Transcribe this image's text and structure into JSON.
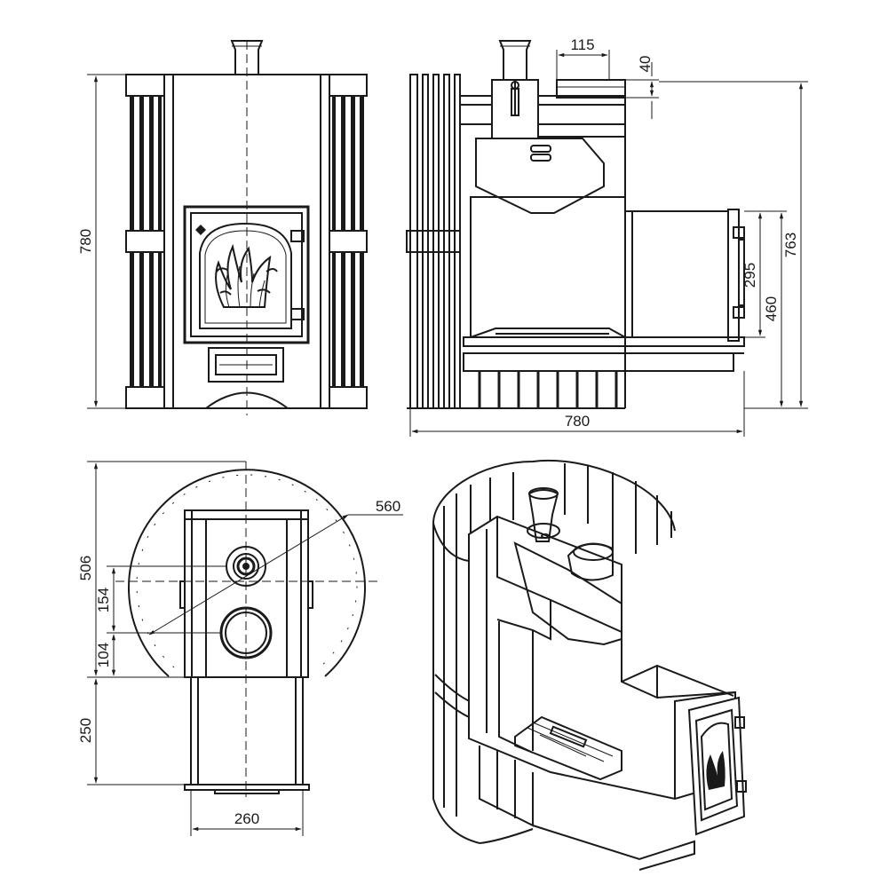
{
  "front_view": {
    "height_label": "780"
  },
  "side_view": {
    "chimney_offset_label": "115",
    "chimney_rise_label": "40",
    "total_height_label": "763",
    "door_height_label": "295",
    "door_top_label": "460",
    "width_label": "780"
  },
  "top_view": {
    "diameter_label": "560",
    "depth_label": "506",
    "flue_offset_label": "154",
    "tube_offset_label": "104",
    "tunnel_length_label": "250",
    "tunnel_width_label": "260"
  },
  "colors": {
    "line": "#1a1a1a",
    "background": "#ffffff"
  }
}
